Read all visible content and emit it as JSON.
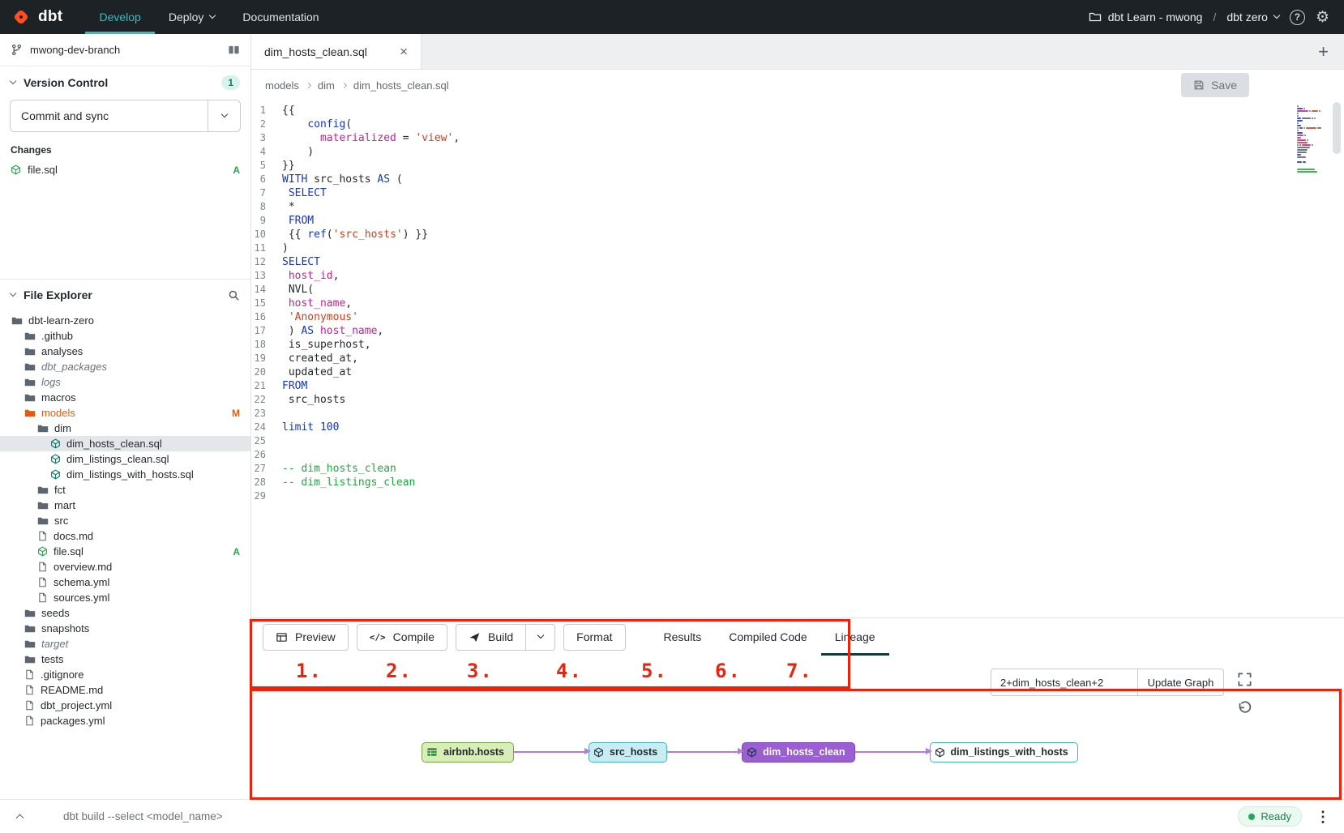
{
  "topbar": {
    "logo_text": "dbt",
    "nav": [
      {
        "label": "Develop",
        "active": true
      },
      {
        "label": "Deploy",
        "has_chevron": true
      },
      {
        "label": "Documentation"
      }
    ],
    "project_label": "dbt Learn - mwong",
    "separator": "/",
    "env_label": "dbt zero"
  },
  "sidebar": {
    "branch_name": "mwong-dev-branch",
    "version_control": {
      "title": "Version Control",
      "badge_count": "1",
      "commit_button_label": "Commit and sync",
      "changes_label": "Changes",
      "changes": [
        {
          "name": "file.sql",
          "status": "A"
        }
      ]
    },
    "file_explorer": {
      "title": "File Explorer",
      "tree": [
        {
          "name": "dbt-learn-zero",
          "icon": "folder-icon",
          "level": 0
        },
        {
          "name": ".github",
          "icon": "folder-icon",
          "level": 1
        },
        {
          "name": "analyses",
          "icon": "folder-icon",
          "level": 1
        },
        {
          "name": "dbt_packages",
          "icon": "folder-icon",
          "level": 1,
          "italic": true
        },
        {
          "name": "logs",
          "icon": "folder-icon",
          "level": 1,
          "italic": true
        },
        {
          "name": "macros",
          "icon": "folder-icon",
          "level": 1
        },
        {
          "name": "models",
          "icon": "folder-icon",
          "level": 1,
          "accent": true,
          "badge": "M"
        },
        {
          "name": "dim",
          "icon": "folder-icon",
          "level": 2
        },
        {
          "name": "dim_hosts_clean.sql",
          "icon": "sql-file-icon",
          "level": 3,
          "selected": true
        },
        {
          "name": "dim_listings_clean.sql",
          "icon": "sql-file-icon",
          "level": 3
        },
        {
          "name": "dim_listings_with_hosts.sql",
          "icon": "sql-file-icon",
          "level": 3
        },
        {
          "name": "fct",
          "icon": "folder-icon",
          "level": 2
        },
        {
          "name": "mart",
          "icon": "folder-icon",
          "level": 2
        },
        {
          "name": "src",
          "icon": "folder-icon",
          "level": 2
        },
        {
          "name": "docs.md",
          "icon": "doc-file-icon",
          "level": 2
        },
        {
          "name": "file.sql",
          "icon": "sql-file-added-icon",
          "level": 2,
          "badge": "A"
        },
        {
          "name": "overview.md",
          "icon": "doc-file-icon",
          "level": 2
        },
        {
          "name": "schema.yml",
          "icon": "doc-file-icon",
          "level": 2
        },
        {
          "name": "sources.yml",
          "icon": "doc-file-icon",
          "level": 2
        },
        {
          "name": "seeds",
          "icon": "folder-icon",
          "level": 1
        },
        {
          "name": "snapshots",
          "icon": "folder-icon",
          "level": 1
        },
        {
          "name": "target",
          "icon": "folder-icon",
          "level": 1,
          "italic": true
        },
        {
          "name": "tests",
          "icon": "folder-icon",
          "level": 1
        },
        {
          "name": ".gitignore",
          "icon": "doc-file-icon",
          "level": 1
        },
        {
          "name": "README.md",
          "icon": "doc-file-icon",
          "level": 1
        },
        {
          "name": "dbt_project.yml",
          "icon": "doc-file-icon",
          "level": 1
        },
        {
          "name": "packages.yml",
          "icon": "doc-file-icon",
          "level": 1
        }
      ]
    }
  },
  "editor": {
    "tab_title": "dim_hosts_clean.sql",
    "breadcrumb": [
      "models",
      "dim",
      "dim_hosts_clean.sql"
    ],
    "save_label": "Save",
    "lines": [
      {
        "n": 1,
        "segs": [
          [
            "p",
            "{{"
          ]
        ]
      },
      {
        "n": 2,
        "segs": [
          [
            "p",
            "    "
          ],
          [
            "k",
            "config"
          ],
          [
            "p",
            "("
          ]
        ]
      },
      {
        "n": 3,
        "segs": [
          [
            "p",
            "      "
          ],
          [
            "v",
            "materialized"
          ],
          [
            "p",
            " = "
          ],
          [
            "s",
            "'view'"
          ],
          [
            "p",
            ","
          ]
        ]
      },
      {
        "n": 4,
        "segs": [
          [
            "p",
            "    )"
          ]
        ]
      },
      {
        "n": 5,
        "segs": [
          [
            "p",
            "}}"
          ]
        ]
      },
      {
        "n": 6,
        "segs": [
          [
            "k",
            "WITH"
          ],
          [
            "p",
            " src_hosts "
          ],
          [
            "k",
            "AS"
          ],
          [
            "p",
            " ("
          ]
        ]
      },
      {
        "n": 7,
        "segs": [
          [
            "p",
            " "
          ],
          [
            "k",
            "SELECT"
          ]
        ]
      },
      {
        "n": 8,
        "segs": [
          [
            "p",
            " *"
          ]
        ]
      },
      {
        "n": 9,
        "segs": [
          [
            "p",
            " "
          ],
          [
            "k",
            "FROM"
          ]
        ]
      },
      {
        "n": 10,
        "segs": [
          [
            "p",
            " {{ "
          ],
          [
            "k",
            "ref"
          ],
          [
            "p",
            "("
          ],
          [
            "s",
            "'src_hosts'"
          ],
          [
            "p",
            ") }}"
          ]
        ]
      },
      {
        "n": 11,
        "segs": [
          [
            "p",
            ")"
          ]
        ]
      },
      {
        "n": 12,
        "segs": [
          [
            "k",
            "SELECT"
          ]
        ]
      },
      {
        "n": 13,
        "segs": [
          [
            "p",
            " "
          ],
          [
            "v",
            "host_id"
          ],
          [
            "p",
            ","
          ]
        ]
      },
      {
        "n": 14,
        "segs": [
          [
            "p",
            " NVL("
          ]
        ]
      },
      {
        "n": 15,
        "segs": [
          [
            "p",
            " "
          ],
          [
            "v",
            "host_name"
          ],
          [
            "p",
            ","
          ]
        ]
      },
      {
        "n": 16,
        "segs": [
          [
            "p",
            " "
          ],
          [
            "s",
            "'Anonymous'"
          ]
        ]
      },
      {
        "n": 17,
        "segs": [
          [
            "p",
            " ) "
          ],
          [
            "k",
            "AS"
          ],
          [
            "p",
            " "
          ],
          [
            "v",
            "host_name"
          ],
          [
            "p",
            ","
          ]
        ]
      },
      {
        "n": 18,
        "segs": [
          [
            "p",
            " is_superhost,"
          ]
        ]
      },
      {
        "n": 19,
        "segs": [
          [
            "p",
            " created_at,"
          ]
        ]
      },
      {
        "n": 20,
        "segs": [
          [
            "p",
            " updated_at"
          ]
        ]
      },
      {
        "n": 21,
        "segs": [
          [
            "k",
            "FROM"
          ]
        ]
      },
      {
        "n": 22,
        "segs": [
          [
            "p",
            " src_hosts"
          ]
        ]
      },
      {
        "n": 23,
        "segs": []
      },
      {
        "n": 24,
        "segs": [
          [
            "k",
            "limit"
          ],
          [
            "p",
            " "
          ],
          [
            "nu",
            "100"
          ]
        ]
      },
      {
        "n": 25,
        "segs": []
      },
      {
        "n": 26,
        "segs": []
      },
      {
        "n": 27,
        "segs": [
          [
            "c",
            "-- dim_hosts_clean"
          ]
        ]
      },
      {
        "n": 28,
        "segs": [
          [
            "c",
            "-- dim_listings_clean"
          ]
        ]
      },
      {
        "n": 29,
        "segs": []
      }
    ]
  },
  "toolbar": {
    "buttons": [
      {
        "label": "Preview",
        "icon": "table-icon"
      },
      {
        "label": "Compile",
        "icon": "code-icon"
      },
      {
        "label": "Build",
        "icon": "build-icon",
        "has_dropdown": true
      },
      {
        "label": "Format"
      }
    ],
    "tabs": [
      {
        "label": "Results"
      },
      {
        "label": "Compiled Code"
      },
      {
        "label": "Lineage",
        "active": true
      }
    ]
  },
  "lineage": {
    "selector_value": "2+dim_hosts_clean+2",
    "update_button_label": "Update Graph",
    "nodes": [
      {
        "label": "airbnb.hosts",
        "kind": "seed",
        "icon": "seed-icon"
      },
      {
        "label": "src_hosts",
        "kind": "cyan",
        "icon": "cube-icon"
      },
      {
        "label": "dim_hosts_clean",
        "kind": "purple",
        "icon": "cube-icon"
      },
      {
        "label": "dim_listings_with_hosts",
        "kind": "outline",
        "icon": "cube-icon"
      }
    ]
  },
  "annotations": {
    "numbers": [
      "1.",
      "2.",
      "3.",
      "4.",
      "5.",
      "6.",
      "7."
    ]
  },
  "statusbar": {
    "command": "dbt build --select <model_name>",
    "status_label": "Ready"
  },
  "icon_names": [
    "dbt-logo-icon",
    "folder-icon",
    "help-icon",
    "gear-icon",
    "branch-icon",
    "split-view-icon",
    "search-icon",
    "chevron-down-icon",
    "chevron-up-icon",
    "close-icon",
    "plus-icon",
    "save-icon",
    "table-icon",
    "code-icon",
    "build-icon",
    "fullscreen-icon",
    "reset-icon",
    "kebab-icon",
    "seed-icon",
    "cube-icon",
    "sql-file-icon",
    "doc-file-icon"
  ],
  "colors": {
    "accent_teal": "#35bdc0",
    "brand_orange": "#ff4f1f",
    "annotation_red": "#ee220c",
    "status_green": "#23a55f",
    "lineage_purple": "#9a5fd1",
    "arrow_purple": "#b57be0"
  }
}
